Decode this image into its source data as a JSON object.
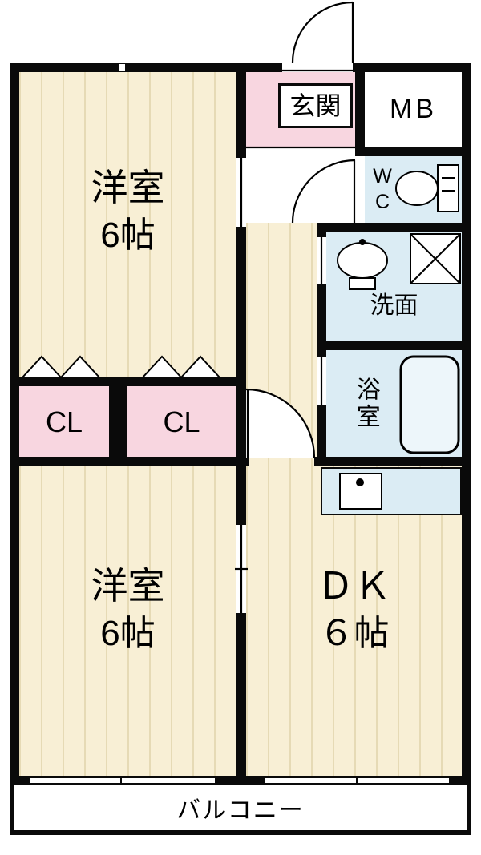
{
  "floorplan": {
    "rooms": {
      "western_room_top": {
        "name": "洋室",
        "size": "6帖"
      },
      "western_room_bottom": {
        "name": "洋室",
        "size": "6帖"
      },
      "dining_kitchen": {
        "name": "ＤＫ",
        "size": "６帖"
      },
      "entrance": {
        "label": "玄関"
      },
      "meter_box": {
        "label": "MB"
      },
      "toilet": {
        "label": "W\nC"
      },
      "washroom": {
        "label": "洗面"
      },
      "bathroom": {
        "label": "浴室"
      },
      "closet_left": {
        "label": "CL"
      },
      "closet_right": {
        "label": "CL"
      },
      "balcony": {
        "label": "バルコニー"
      }
    },
    "colors": {
      "wall": "#0a0a0a",
      "tatami": "#f8efd5",
      "tatami-stripe": "#e6dab5",
      "pink": "#f8d6e0",
      "wet-blue": "#dbecf4",
      "tub-fill": "#edf6fa",
      "line": "#000000"
    }
  }
}
